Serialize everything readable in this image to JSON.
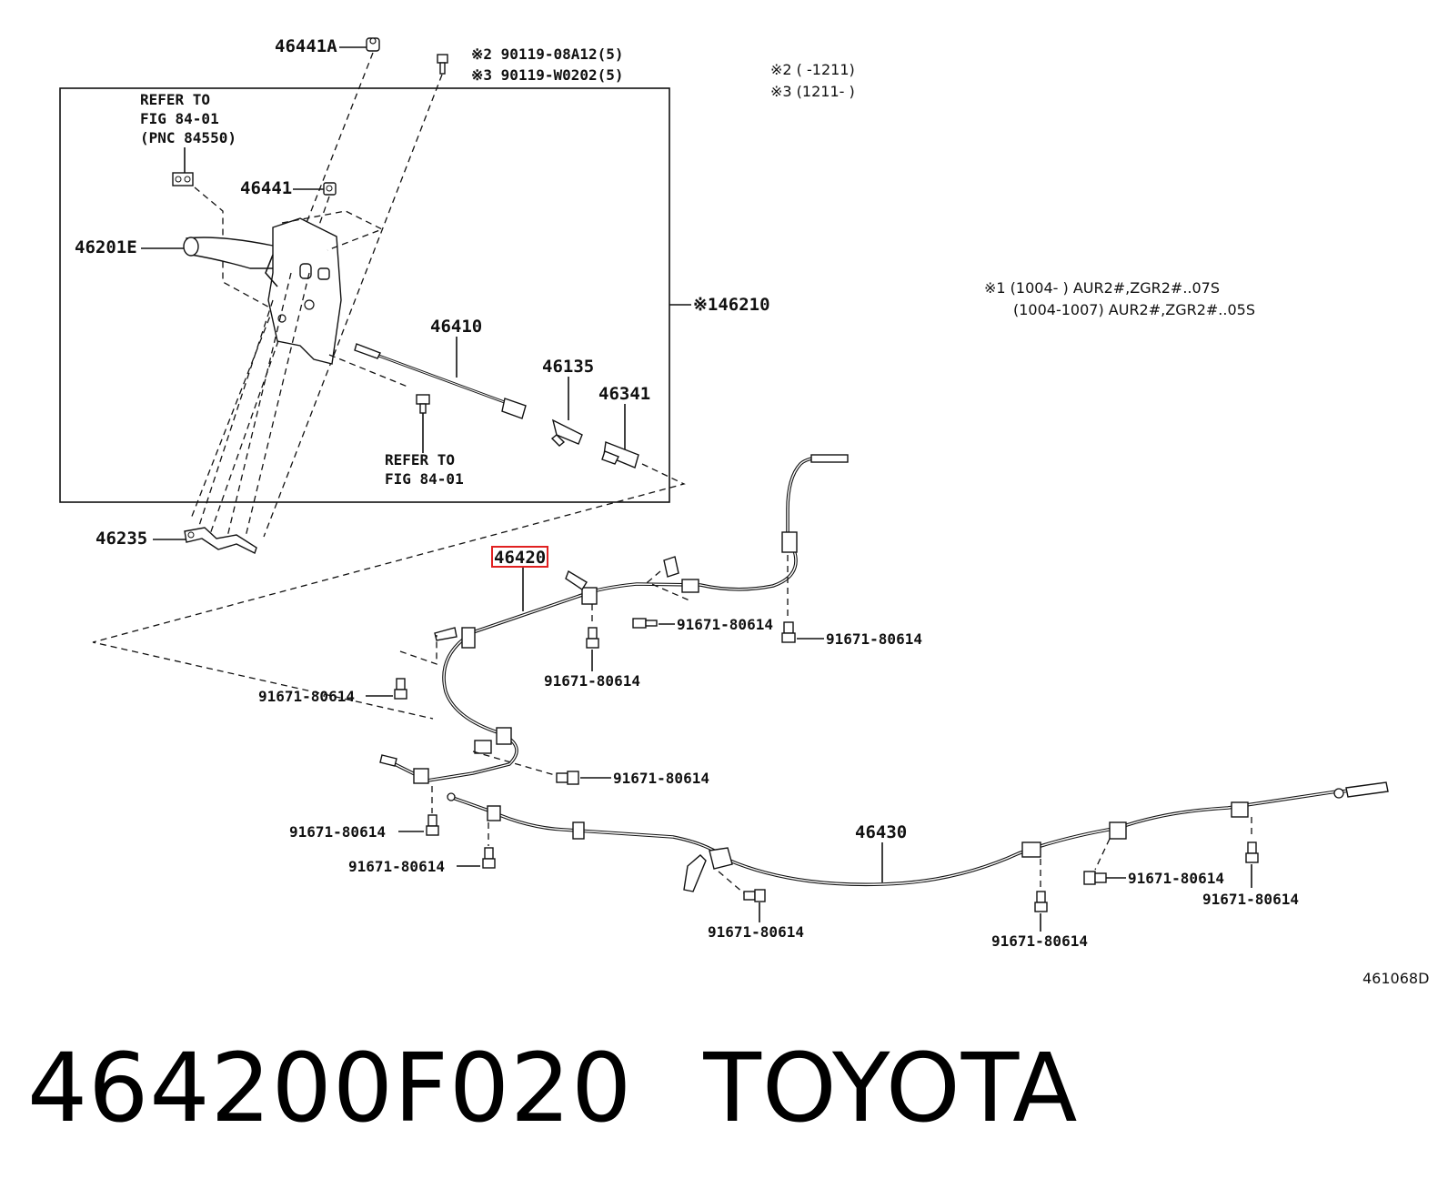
{
  "labels": {
    "p46441A": "46441A",
    "p46441": "46441",
    "p46201E": "46201E",
    "p46410": "46410",
    "p46135": "46135",
    "p46341": "46341",
    "p146210": "※146210",
    "p46235": "46235",
    "p46420": "46420",
    "p46430": "46430",
    "bolt": "91671-80614"
  },
  "refers": {
    "refer1_l1": "REFER TO",
    "refer1_l2": "FIG 84-01",
    "refer1_l3": "(PNC 84550)",
    "refer2_l1": "REFER TO",
    "refer2_l2": "FIG 84-01"
  },
  "screws": {
    "s2": "※2 90119-08A12(5)",
    "s3": "※3 90119-W0202(5)"
  },
  "notes": {
    "n2": "※2 (    -1211)",
    "n3": "※3 (1211-     )",
    "n1a": "※1 (1004-        ) AUR2#,ZGR2#..07S",
    "n1b": "(1004-1007) AUR2#,ZGR2#..05S"
  },
  "diagram_code": "461068D",
  "footer": {
    "part_number": "464200F020",
    "brand": "TOYOTA"
  },
  "highlight_color": "#e02020"
}
